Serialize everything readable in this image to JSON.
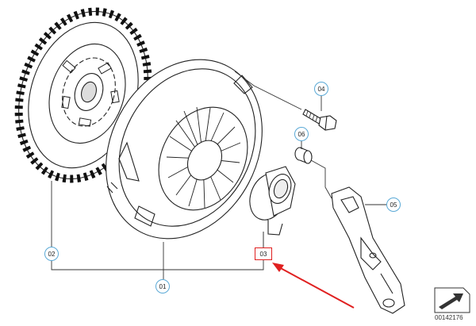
{
  "callouts": {
    "c01": "01",
    "c02": "02",
    "c03": "03",
    "c04": "04",
    "c05": "05",
    "c06": "06"
  },
  "doc_number": "00142176",
  "colors": {
    "line": "#222222",
    "callout_border": "#5aa9d6",
    "highlight": "#e02020"
  },
  "icons": {
    "arrow": "red-arrow-icon",
    "corner": "view-direction-icon"
  }
}
